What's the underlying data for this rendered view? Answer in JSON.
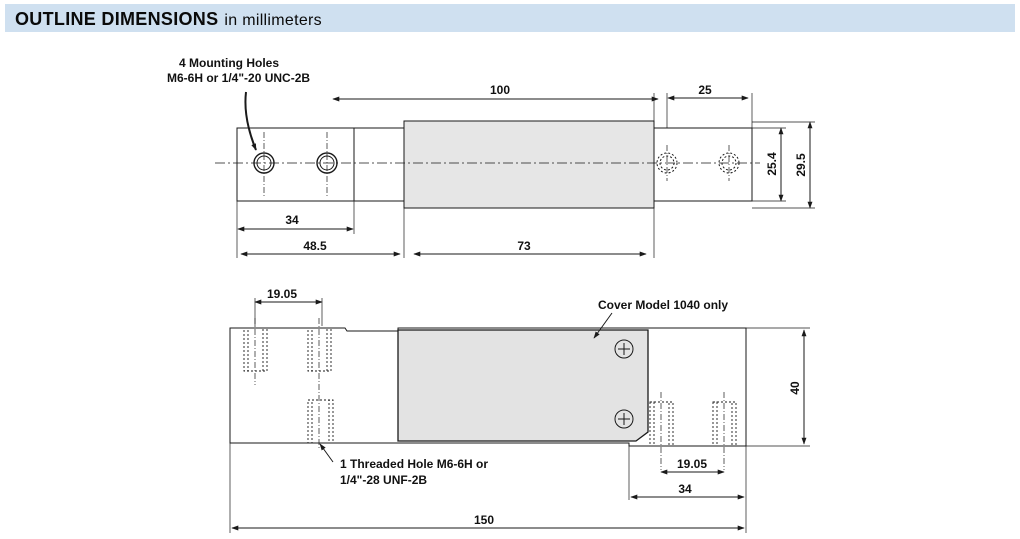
{
  "header": {
    "title": "OUTLINE DIMENSIONS",
    "subtitle": "in millimeters"
  },
  "top_view": {
    "mounting_note_line1": "4 Mounting Holes",
    "mounting_note_line2": "M6-6H or 1/4\"-20 UNC-2B",
    "dim_100": "100",
    "dim_25": "25",
    "dim_25_4": "25.4",
    "dim_29_5": "29.5",
    "dim_34": "34",
    "dim_48_5": "48.5",
    "dim_73": "73"
  },
  "side_view": {
    "dim_19_05_top": "19.05",
    "cover_note": "Cover Model 1040 only",
    "dim_40": "40",
    "thread_note_line1": "1 Threaded Hole M6-6H or",
    "thread_note_line2": "1/4\"-28 UNF-2B",
    "dim_19_05_bottom": "19.05",
    "dim_34": "34",
    "dim_150": "150"
  },
  "colors": {
    "header_bg": "#cfe0f0",
    "cover_fill": "#e3e3e3",
    "line": "#1a1a1a"
  }
}
